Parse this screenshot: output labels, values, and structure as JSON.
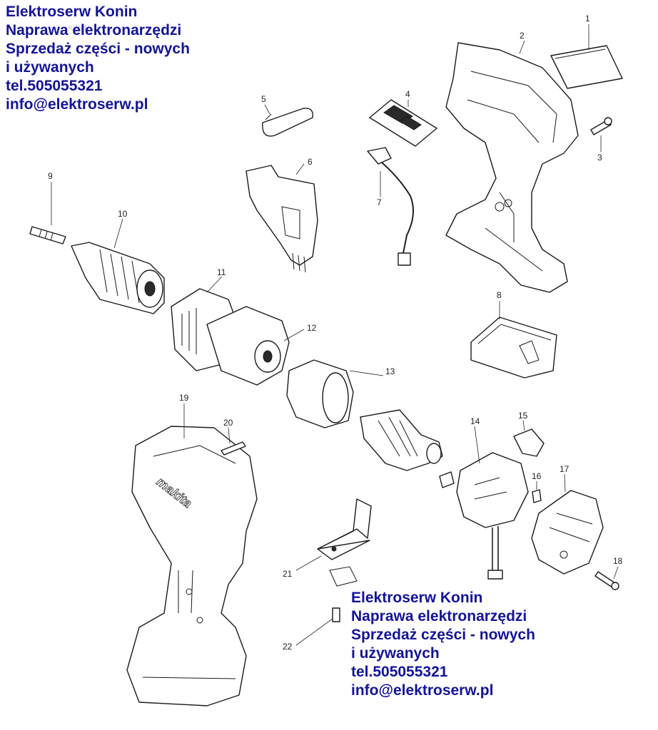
{
  "promo_top": {
    "line1": "Elektroserw Konin",
    "line2": "Naprawa elektronarzędzi",
    "line3": "Sprzedaż części - nowych",
    "line4": "i używanych",
    "line5": "tel.505055321",
    "line6": "info@elektroserw.pl"
  },
  "promo_bottom": {
    "line1": "Elektroserw Konin",
    "line2": "Naprawa elektronarzędzi",
    "line3": "Sprzedaż części - nowych",
    "line4": "i używanych",
    "line5": "tel.505055321",
    "line6": "info@elektroserw.pl"
  },
  "watermark": "KONIN",
  "logo_text": "makita",
  "part_numbers": [
    "1",
    "2",
    "3",
    "4",
    "5",
    "6",
    "7",
    "8",
    "9",
    "10",
    "11",
    "12",
    "13",
    "14",
    "15",
    "16",
    "17",
    "18",
    "19",
    "20",
    "21",
    "22"
  ],
  "colors": {
    "promo_text": "#13139a",
    "line_art": "#1a1a1a"
  }
}
